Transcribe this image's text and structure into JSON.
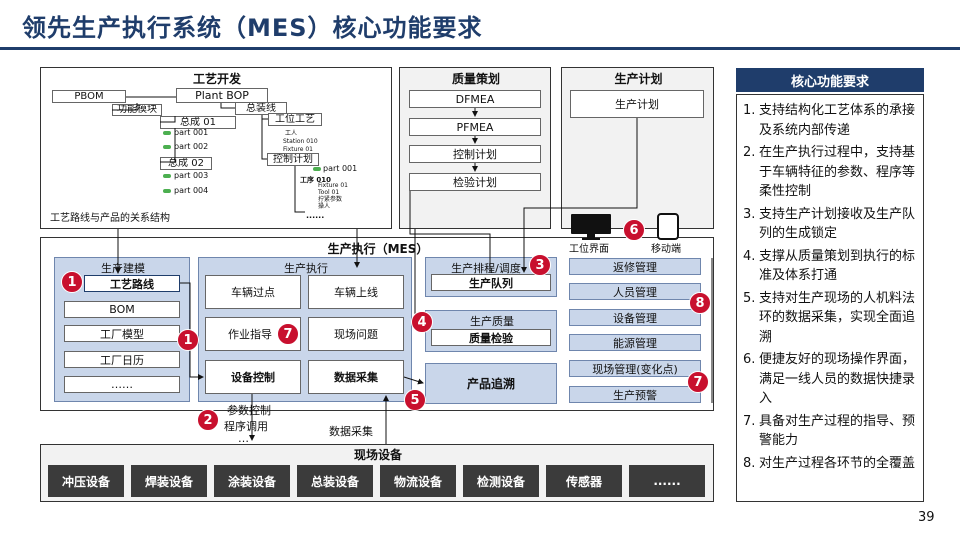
{
  "page_title": "领先生产执行系统（MES）核心功能要求",
  "page_number": "39",
  "process_dev": {
    "title": "工艺开发",
    "pbom": "PBOM",
    "plant_bop": "Plant BOP",
    "func_module": "功能模块",
    "assy_line": "总装线",
    "assy_01": "总成 01",
    "assy_02": "总成 02",
    "part_001": "part 001",
    "part_002": "part 002",
    "part_003": "part 003",
    "part_004": "part 004",
    "process": "工位工艺",
    "control_plan": "控制计划",
    "sub_a": "工人",
    "sub_b": "Station 010",
    "sub_c": "Fixture 01",
    "part_001b": "part 001",
    "op_010": "工序 010",
    "op_fixture": "Fixture 01",
    "op_tool": "Tool 01",
    "op_param": "拧紧参数",
    "op_person": "操人",
    "dots": "......",
    "caption": "工艺路线与产品的关系结构"
  },
  "quality_planning": {
    "title": "质量策划",
    "items": [
      "DFMEA",
      "PFMEA",
      "控制计划",
      "检验计划"
    ]
  },
  "production_plan": {
    "title": "生产计划",
    "item": "生产计划"
  },
  "mes": {
    "title": "生产执行（MES）",
    "modeling": {
      "title": "生产建模",
      "items": [
        "工艺路线",
        "BOM",
        "工厂模型",
        "工厂日历",
        "……"
      ]
    },
    "execution": {
      "title": "生产执行",
      "items": [
        "车辆过点",
        "车辆上线",
        "作业指导",
        "现场问题",
        "设备控制",
        "数据采集"
      ]
    },
    "scheduling": {
      "title": "生产排程/调度",
      "item": "生产队列"
    },
    "quality": {
      "title": "生产质量",
      "item": "质量检验"
    },
    "tracing": "产品追溯",
    "right_modules": [
      "返修管理",
      "人员管理",
      "设备管理",
      "能源管理",
      "现场管理(变化点)",
      "生产预警"
    ],
    "station_ui": "工位界面",
    "mobile": "移动端"
  },
  "annotations": {
    "param_control": "参数控制",
    "program_call": "程序调用",
    "ellipsis": "…",
    "data_collection": "数据采集"
  },
  "field_devices": {
    "title": "现场设备",
    "items": [
      "冲压设备",
      "焊装设备",
      "涂装设备",
      "总装设备",
      "物流设备",
      "检测设备",
      "传感器",
      "......"
    ]
  },
  "badges": [
    "1",
    "1",
    "2",
    "3",
    "4",
    "5",
    "6",
    "7",
    "7",
    "8"
  ],
  "requirements": {
    "title": "核心功能要求",
    "items": [
      {
        "num": "1.",
        "text": "支持结构化工艺体系的承接及系统内部传递"
      },
      {
        "num": "2.",
        "text": "在生产执行过程中，支持基于车辆特征的参数、程序等柔性控制"
      },
      {
        "num": "3.",
        "text": "支持生产计划接收及生产队列的生成锁定"
      },
      {
        "num": "4.",
        "text": "支撑从质量策划到执行的标准及体系打通"
      },
      {
        "num": "5.",
        "text": "支持对生产现场的人机料法环的数据采集，实现全面追溯"
      },
      {
        "num": "6.",
        "text": "便捷友好的现场操作界面，满足一线人员的数据快捷录入"
      },
      {
        "num": "7.",
        "text": "具备对生产过程的指导、预警能力"
      },
      {
        "num": "8.",
        "text": "对生产过程各环节的全覆盖"
      }
    ]
  },
  "colors": {
    "title": "#1f3d6b",
    "module_blue": "#c9d6ea",
    "badge_red": "#c8102e",
    "equipment_dark": "#3b3b3b"
  }
}
